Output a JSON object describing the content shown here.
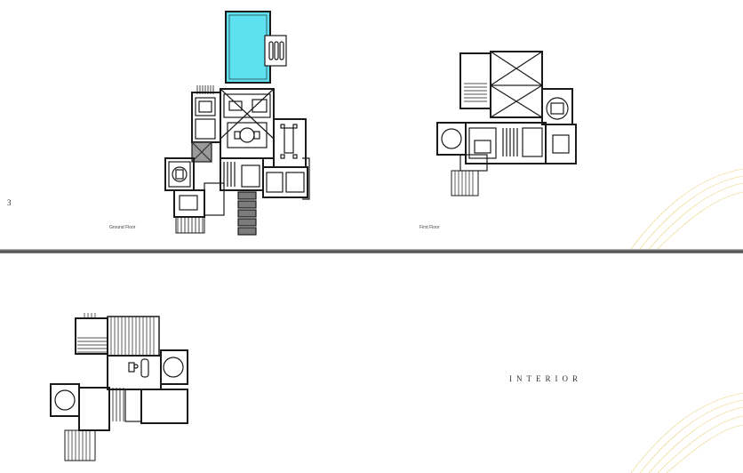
{
  "page": {
    "number": "3"
  },
  "plans": [
    {
      "id": "ground-floor",
      "label": "Ground Floor"
    },
    {
      "id": "first-floor",
      "label": "First Floor"
    },
    {
      "id": "roof-plan",
      "label": ""
    }
  ],
  "section": {
    "heading": "INTERIOR"
  },
  "colors": {
    "pool": "#5ee0f0",
    "line": "#1a1a1a",
    "divider": "#555555",
    "accent": "#e9d27a"
  }
}
